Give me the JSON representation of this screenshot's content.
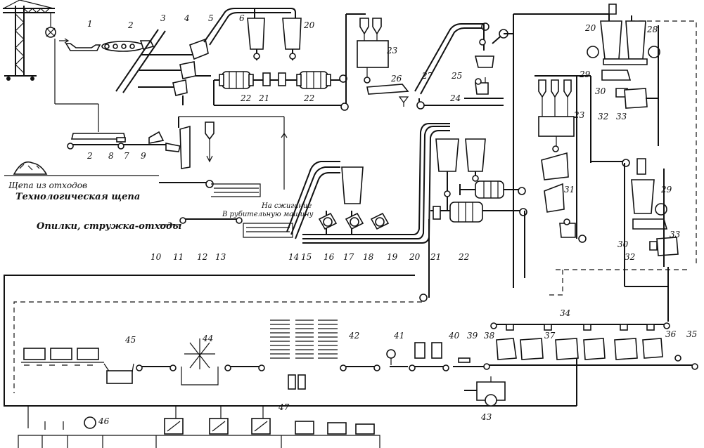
{
  "labels": {
    "waste_chips": "Щепа из отходов",
    "tech_chips": "Технологическая щепа",
    "sawdust": "Опилки, стружка-отходы",
    "to_burning": "На сжигание",
    "to_chipper": "В рубительную машину"
  },
  "numbers": {
    "n1": "1",
    "n2a": "2",
    "n3": "3",
    "n4": "4",
    "n5": "5",
    "n6": "6",
    "n20a": "20",
    "n22a": "22",
    "n21a": "21",
    "n22b": "22",
    "n23a": "23",
    "n26": "26",
    "n27": "27",
    "n25": "25",
    "n24": "24",
    "n20b": "20",
    "n28": "28",
    "n29a": "29",
    "n30a": "30",
    "n32a": "32",
    "n33a": "33",
    "n23b": "23",
    "n2b": "2",
    "n8": "8",
    "n7": "7",
    "n9": "9",
    "n10": "10",
    "n11": "11",
    "n12": "12",
    "n13": "13",
    "n14": "14",
    "n15": "15",
    "n16": "16",
    "n17": "17",
    "n18": "18",
    "n19": "19",
    "n20c": "20",
    "n21b": "21",
    "n22c": "22",
    "n31": "31",
    "n29b": "29",
    "n30b": "30",
    "n32b": "32",
    "n33b": "33",
    "n34": "34",
    "n35": "35",
    "n36": "36",
    "n37": "37",
    "n38": "38",
    "n39": "39",
    "n40": "40",
    "n41": "41",
    "n42": "42",
    "n43": "43",
    "n44": "44",
    "n45": "45",
    "n46": "46",
    "n47": "47"
  }
}
